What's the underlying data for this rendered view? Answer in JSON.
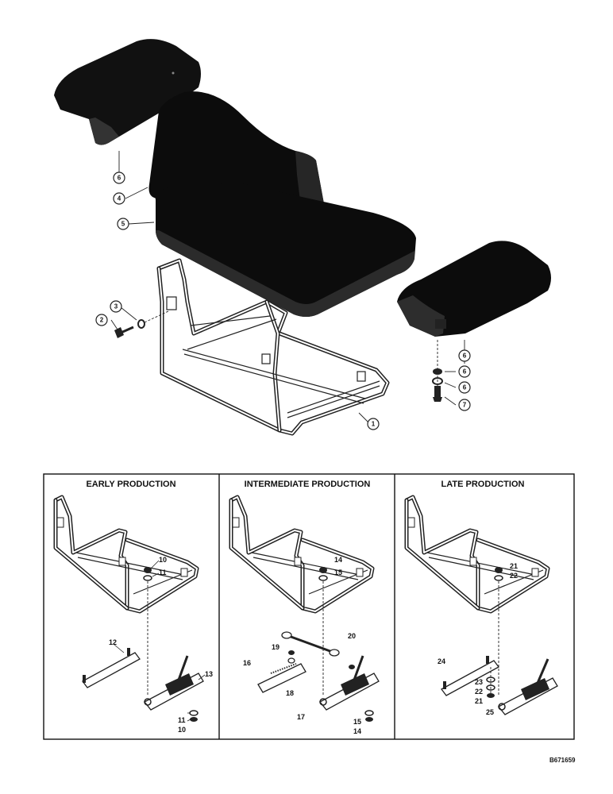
{
  "main_callouts": [
    "1",
    "2",
    "3",
    "4",
    "5",
    "6",
    "6",
    "6",
    "6",
    "7"
  ],
  "panels": [
    {
      "title": "EARLY PRODUCTION",
      "labels": [
        "10",
        "11",
        "12",
        "13",
        "11",
        "10"
      ]
    },
    {
      "title": "INTERMEDIATE PRODUCTION",
      "labels": [
        "14",
        "15",
        "19",
        "20",
        "16",
        "18",
        "17",
        "15",
        "14"
      ]
    },
    {
      "title": "LATE PRODUCTION",
      "labels": [
        "21",
        "22",
        "24",
        "23",
        "22",
        "21",
        "25"
      ]
    }
  ],
  "reference_number": "B671659",
  "colors": {
    "ink": "#111111",
    "paper": "#ffffff"
  }
}
